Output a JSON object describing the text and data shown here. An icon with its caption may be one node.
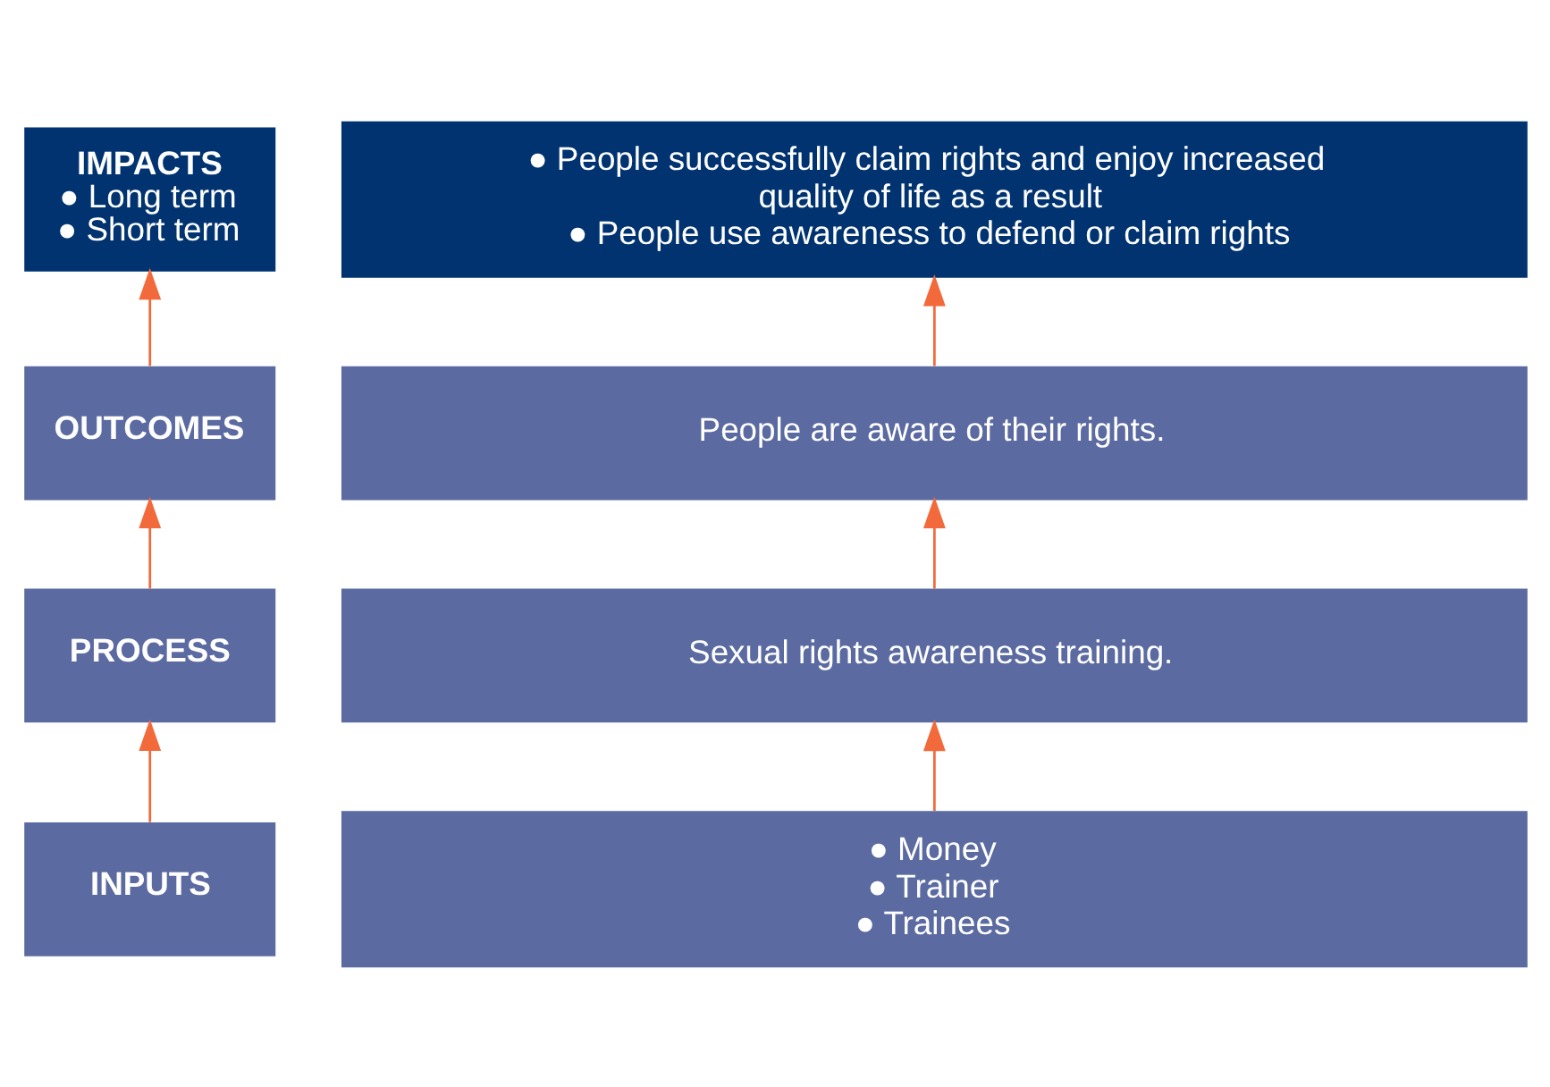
{
  "diagram": {
    "nodes": [
      {
        "text": [
          "IMPACTS",
          "● Long term",
          "● Short term"
        ]
      },
      {
        "text": [
          "● People successfully claim rights and enjoy increased quality of life as a result",
          "● People use awareness to defend or claim rights"
        ]
      },
      {
        "text": [
          "OUTCOMES"
        ]
      },
      {
        "text": [
          "People are aware of their rights."
        ]
      },
      {
        "text": [
          "PROCESS"
        ]
      },
      {
        "text": [
          "Sexual rights awareness training."
        ]
      },
      {
        "text": [
          "INPUTS"
        ]
      },
      {
        "text": [
          "● Money",
          "● Trainer",
          "● Trainees"
        ]
      }
    ],
    "edges": [
      {
        "from": 2,
        "to": 0,
        "arrow": "to"
      },
      {
        "from": 3,
        "to": 1,
        "arrow": "to"
      },
      {
        "from": 4,
        "to": 2,
        "arrow": "to"
      },
      {
        "from": 5,
        "to": 3,
        "arrow": "to"
      },
      {
        "from": 6,
        "to": 4,
        "arrow": "to"
      },
      {
        "from": 7,
        "to": 5,
        "arrow": "to"
      }
    ]
  }
}
